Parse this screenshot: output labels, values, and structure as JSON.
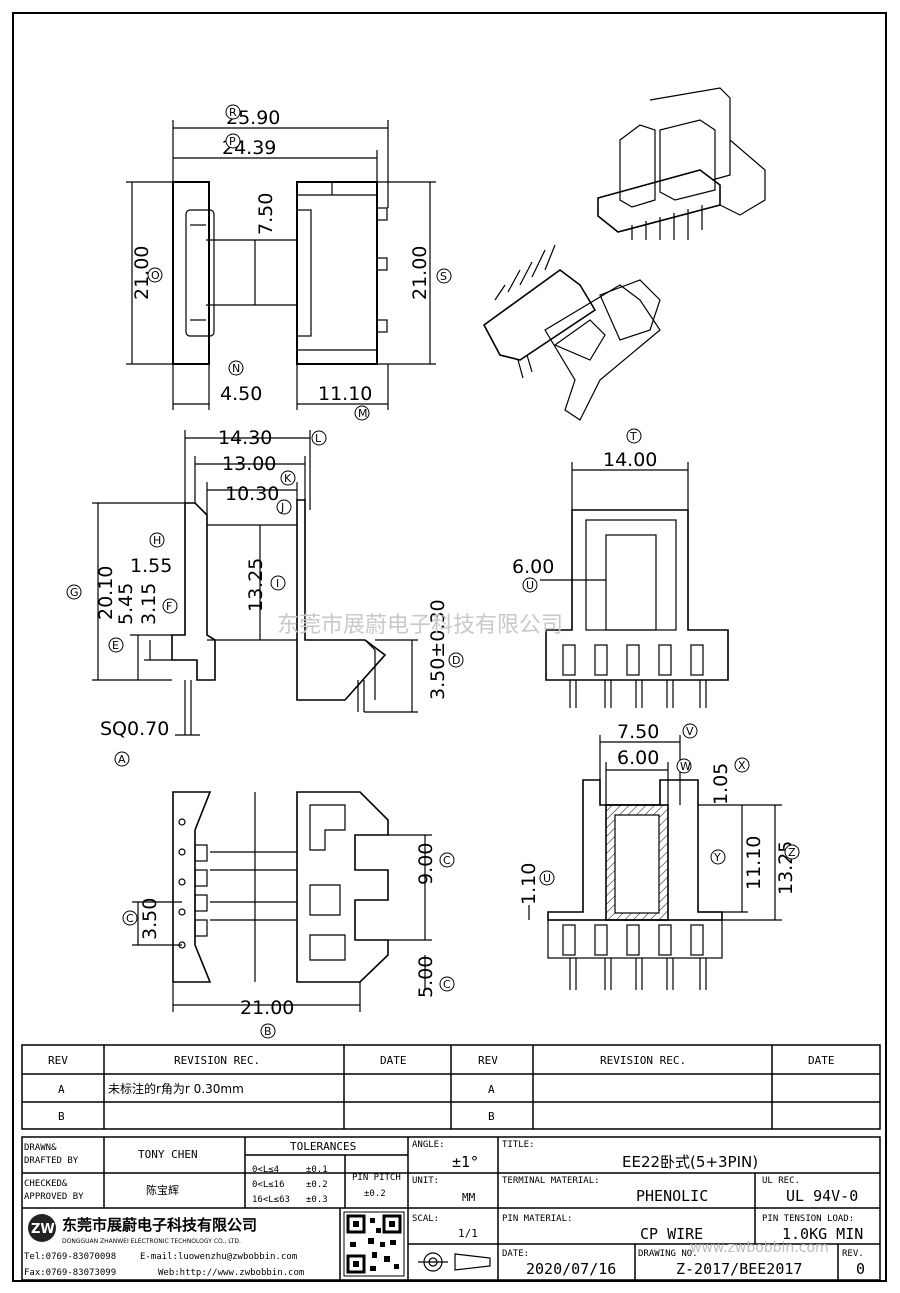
{
  "watermark": "东莞市展蔚电子科技有限公司",
  "watermark_url": "www.zwbobbin.com",
  "dimensions": {
    "R": "25.90",
    "P": "24.39",
    "O": "21.00",
    "N": "4.50",
    "M": "11.10",
    "S": "21.00",
    "Q": "7.50",
    "L": "14.30",
    "K": "13.00",
    "J": "10.30",
    "H": "1.55",
    "G": "20.10",
    "F_a": "5.45",
    "F_b": "3.15",
    "I": "13.25",
    "D": "3.50±0.30",
    "A": "SQ0.70",
    "T": "14.00",
    "U_top": "6.00",
    "V": "7.50",
    "W": "6.00",
    "X": "1.05",
    "Y": "11.10",
    "Z": "13.25",
    "U_bot": "1.10",
    "C": "3.50",
    "B": "21.00",
    "C2": "9.00",
    "C3": "5.00"
  },
  "markers": [
    "R",
    "P",
    "O",
    "N",
    "M",
    "S",
    "L",
    "K",
    "J",
    "H",
    "G",
    "F",
    "E",
    "I",
    "D",
    "A",
    "T",
    "U",
    "V",
    "W",
    "X",
    "Y",
    "Z",
    "C",
    "B"
  ],
  "revision_table": {
    "headers": [
      "REV",
      "REVISION REC.",
      "DATE",
      "REV",
      "REVISION REC.",
      "DATE"
    ],
    "rows": [
      {
        "rev": "A",
        "rec": "未标注的r角为r 0.30mm",
        "date": "",
        "rev2": "A",
        "rec2": "",
        "date2": ""
      },
      {
        "rev": "B",
        "rec": "",
        "date": "",
        "rev2": "B",
        "rec2": "",
        "date2": ""
      }
    ]
  },
  "title_block": {
    "drawn_label_1": "DRAWN&",
    "drawn_label_2": "DRAFTED BY",
    "drawn_value": "TONY CHEN",
    "checked_label_1": "CHECKED&",
    "checked_label_2": "APPROVED BY",
    "checked_value": "陈宝辉",
    "tolerances_label": "TOLERANCES",
    "tol_rows": [
      {
        "range": "0<L≤4",
        "tol": "±0.1"
      },
      {
        "range": "0<L≤16",
        "tol": "±0.2"
      },
      {
        "range": "16<L≤63",
        "tol": "±0.3"
      }
    ],
    "pin_pitch_label": "PIN PITCH",
    "pin_pitch_value": "±0.2",
    "angle_label": "ANGLE:",
    "angle_value": "±1°",
    "unit_label": "UNIT:",
    "unit_value": "MM",
    "scale_label": "SCAL:",
    "scale_value": "1/1",
    "title_label": "TITLE:",
    "title_value": "EE22卧式(5+3PIN)",
    "terminal_label": "TERMINAL MATERIAL:",
    "terminal_value": "PHENOLIC",
    "ul_label": "UL REC.",
    "ul_value": "UL 94V-0",
    "pin_mat_label": "PIN MATERIAL:",
    "pin_mat_value": "CP WIRE",
    "tension_label": "PIN TENSION LOAD:",
    "tension_value": "1.0KG MIN",
    "date_label": "DATE:",
    "date_value": "2020/07/16",
    "drawing_label": "DRAWING NO.",
    "drawing_value": "Z-2017/BEE2017",
    "rev_label": "REV.",
    "rev_value": "0",
    "company_cn": "东莞市展蔚电子科技有限公司",
    "company_en": "DONGGUAN ZHANWEI ELECTRONIC TECHNOLOGY CO., LTD.",
    "tel": "Tel:0769-83070098",
    "email": "E-mail:luowenzhu@zwbobbin.com",
    "fax": "Fax:0769-83073099",
    "web": "Web:http://www.zwbobbin.com",
    "logo_text": "ZW"
  }
}
